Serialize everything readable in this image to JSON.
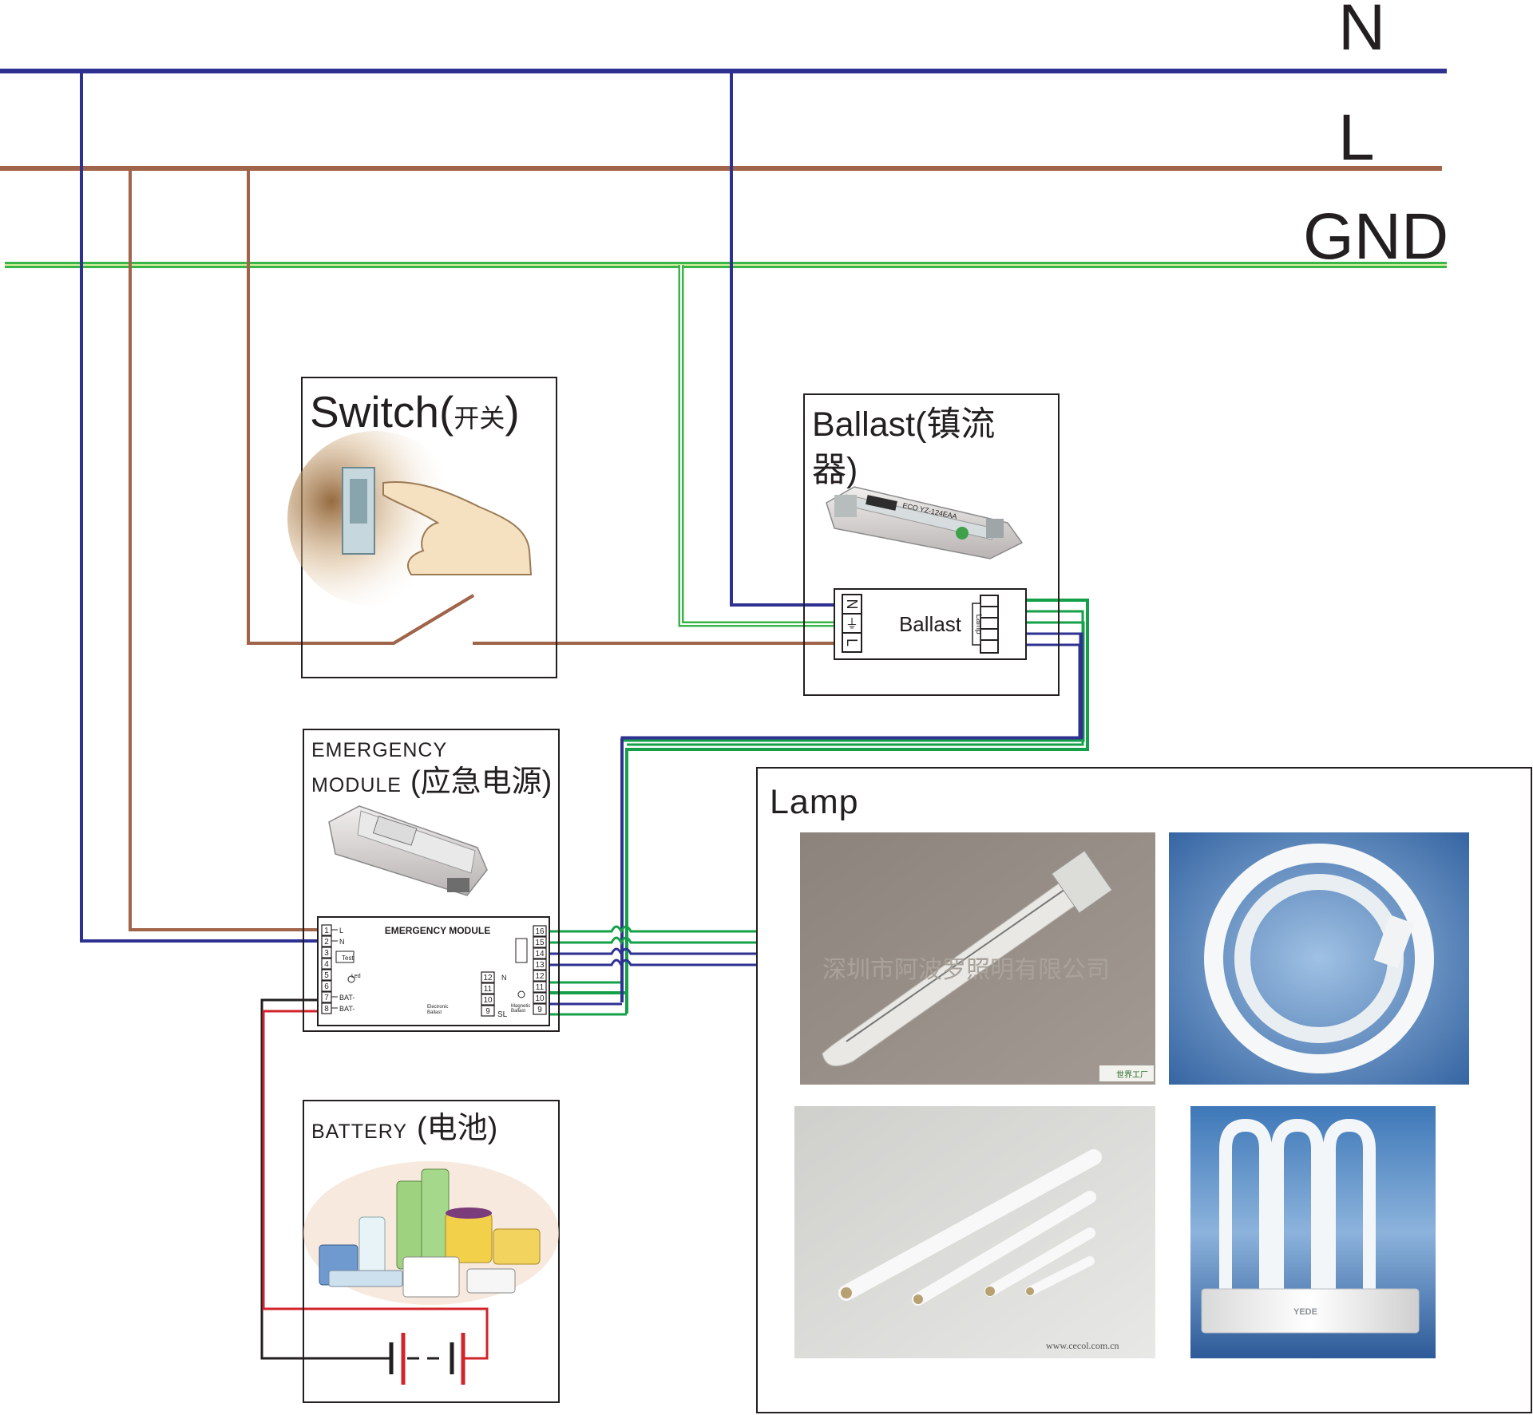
{
  "colors": {
    "neutral": "#2e3192",
    "live": "#a0644a",
    "ground_outer": "#39b54a",
    "ground_inner": "#d7ef9c",
    "battery_pos": "#d2232a",
    "battery_neg": "#231f20"
  },
  "bus_labels": {
    "n": "N",
    "l": "L",
    "gnd": "GND"
  },
  "switch": {
    "title": "Switch(",
    "title_cn": "开关",
    "title_end": ")"
  },
  "ballast": {
    "title_line1": "Ballast(镇流",
    "title_line2": "器)",
    "unit_label": "Ballast",
    "terminals": [
      "N",
      "⏚",
      "L"
    ],
    "lamp_tag": "Lamp",
    "product_text": "ECO  YZ-124EAA"
  },
  "emergency": {
    "title_line1": "EMERGENCY",
    "title_line2": "MODULE",
    "title_cn": "(应急电源)",
    "panel_title": "EMERGENCY  MODULE",
    "left_pins": [
      {
        "num": "1",
        "label": "L"
      },
      {
        "num": "2",
        "label": "N"
      },
      {
        "num": "3",
        "label": ""
      },
      {
        "num": "4",
        "label": ""
      },
      {
        "num": "5",
        "label": ""
      },
      {
        "num": "6",
        "label": ""
      },
      {
        "num": "7",
        "label": "BAT-"
      },
      {
        "num": "8",
        "label": "BAT-"
      }
    ],
    "test_label": "Test",
    "led_label": "Led",
    "right_pins": [
      "16",
      "15",
      "14",
      "13",
      "12",
      "11",
      "10",
      "9"
    ],
    "mid_pins": [
      "12",
      "11",
      "10",
      "9"
    ],
    "n_label": "N",
    "sl_label": "SL",
    "electronic_ballast_line1": "Electronic",
    "electronic_ballast_line2": "Ballast",
    "magnetic_ballast_line1": "Magnetic",
    "magnetic_ballast_line2": "Ballast"
  },
  "battery": {
    "title": "BATTERY",
    "title_cn": "(电池)"
  },
  "lamp": {
    "title": "Lamp",
    "watermark": "深圳市阿波罗照明有限公司",
    "logo_text": "世界工厂",
    "credit": "www.cecol.com.cn",
    "tube_label": "YEDE"
  }
}
